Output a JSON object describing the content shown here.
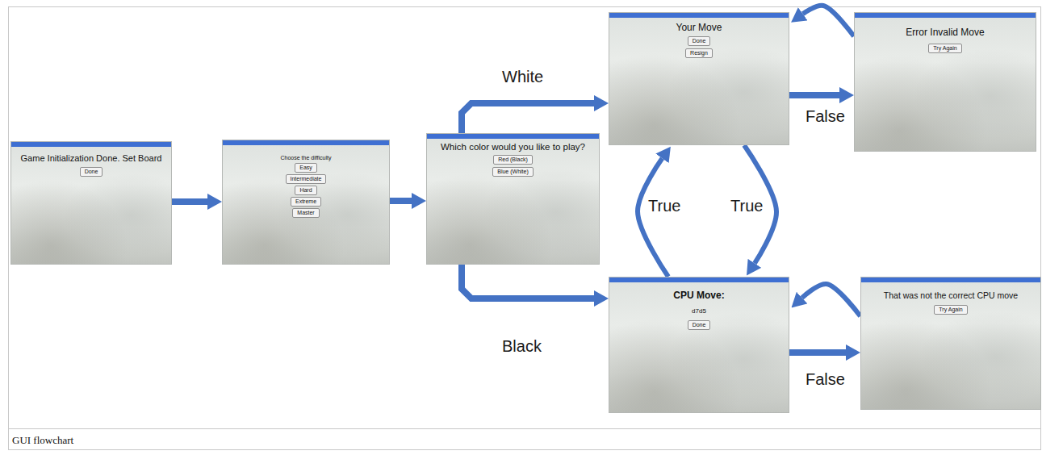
{
  "diagram": {
    "caption": "GUI flowchart",
    "nodes": [
      {
        "text": [
          "Game Initialization Done. Set Board"
        ]
      },
      {
        "text": [
          "Done"
        ],
        "in": 0
      },
      {
        "text": [
          "Choose the difficulty"
        ]
      },
      {
        "text": [
          "Easy"
        ],
        "in": 2
      },
      {
        "text": [
          "Intermediate"
        ],
        "in": 2
      },
      {
        "text": [
          "Hard"
        ],
        "in": 2
      },
      {
        "text": [
          "Extreme"
        ],
        "in": 2
      },
      {
        "text": [
          "Master"
        ],
        "in": 2
      },
      {
        "text": [
          "Which color would you like to play?"
        ]
      },
      {
        "text": [
          "Red (Black)"
        ],
        "in": 8
      },
      {
        "text": [
          "Blue (White)"
        ],
        "in": 8
      },
      {
        "text": [
          "Your Move"
        ]
      },
      {
        "text": [
          "Done"
        ],
        "in": 11
      },
      {
        "text": [
          "Resign"
        ],
        "in": 11
      },
      {
        "text": [
          "Error Invalid Move"
        ]
      },
      {
        "text": [
          "Try Again"
        ],
        "in": 14
      },
      {
        "text": [
          "CPU Move:",
          "d7d5"
        ]
      },
      {
        "text": [
          "Done"
        ],
        "in": 16
      },
      {
        "text": [
          "That was not the correct CPU move"
        ]
      },
      {
        "text": [
          "Try Again"
        ],
        "in": 18
      }
    ],
    "edges": [
      {
        "from": 0,
        "to": 2,
        "arrow": "to"
      },
      {
        "from": 2,
        "to": 8,
        "arrow": "to"
      },
      {
        "from": 8,
        "to": 11,
        "label": "White",
        "arrow": "to"
      },
      {
        "from": 8,
        "to": 16,
        "label": "Black",
        "arrow": "to"
      },
      {
        "from": 11,
        "to": 14,
        "label": "False",
        "arrow": "to"
      },
      {
        "from": 14,
        "to": 11,
        "arrow": "to"
      },
      {
        "from": 11,
        "to": 16,
        "label": "True",
        "arrow": "to"
      },
      {
        "from": 16,
        "to": 11,
        "label": "True",
        "arrow": "to"
      },
      {
        "from": 16,
        "to": 18,
        "label": "False",
        "arrow": "to"
      },
      {
        "from": 18,
        "to": 16,
        "arrow": "to"
      }
    ]
  }
}
